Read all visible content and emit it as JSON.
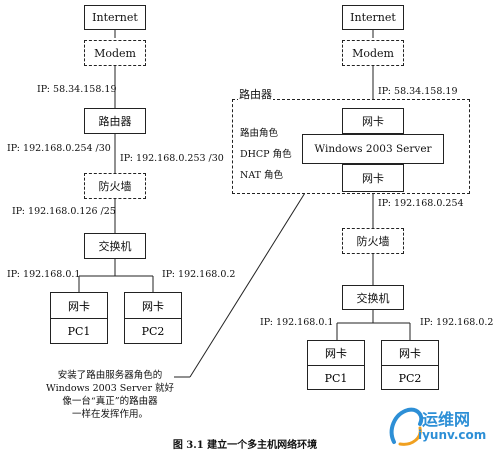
{
  "left": {
    "internet": "Internet",
    "modem": "Modem",
    "ip_wan": "IP: 58.34.158.19",
    "router": "路由器",
    "ip_router_lan": "IP: 192.168.0.254 /30",
    "ip_fw_outer": "IP: 192.168.0.253 /30",
    "firewall": "防火墙",
    "ip_fw_inner": "IP: 192.168.0.126 /25",
    "switch": "交换机",
    "ip_pc1": "IP: 192.168.0.1",
    "ip_pc2": "IP: 192.168.0.2",
    "nic1": "网卡",
    "nic2": "网卡",
    "pc1": "PC1",
    "pc2": "PC2"
  },
  "right": {
    "internet": "Internet",
    "modem": "Modem",
    "router_group": "路由器",
    "ip_wan": "IP: 58.34.158.19",
    "nic_top": "网卡",
    "server": "Windows 2003 Server",
    "nic_bottom": "网卡",
    "role_router": "路由角色",
    "role_dhcp": "DHCP 角色",
    "role_nat": "NAT 角色",
    "ip_lan": "IP: 192.168.0.254",
    "firewall": "防火墙",
    "switch": "交换机",
    "ip_pc1": "IP: 192.168.0.1",
    "ip_pc2": "IP: 192.168.0.2",
    "nic1": "网卡",
    "nic2": "网卡",
    "pc1": "PC1",
    "pc2": "PC2"
  },
  "note": {
    "line1": "安装了路由服务器角色的",
    "line2": "Windows 2003 Server 就好",
    "line3": "像一台“真正”的路由器",
    "line4": "一样在发挥作用。"
  },
  "caption": "图 3.1  建立一个多主机网络环境",
  "watermark": {
    "cn": "运维网",
    "url": "iyunv.com"
  },
  "colors": {
    "line": "#222222",
    "watermark": "#2d8fd6"
  }
}
